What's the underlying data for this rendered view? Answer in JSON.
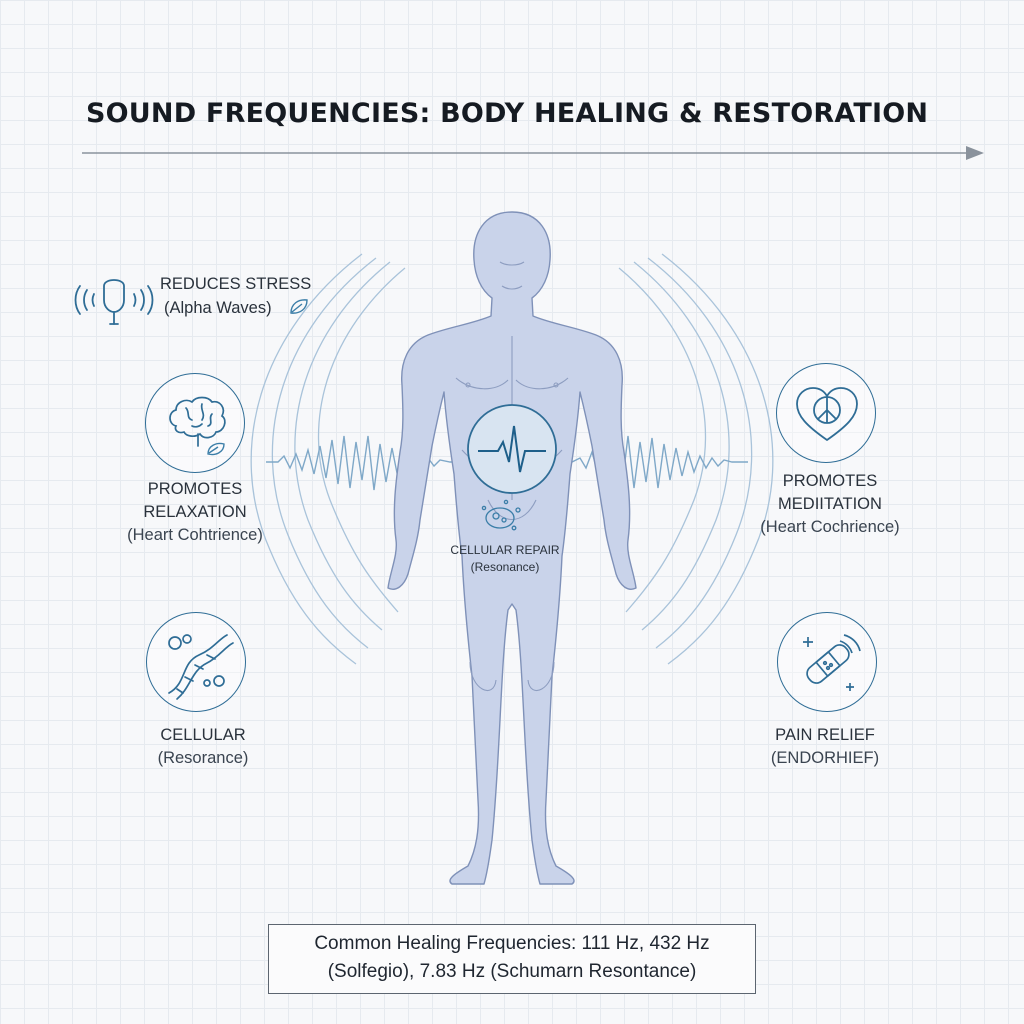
{
  "title": "SOUND FREQUENCIES: BODY HEALING & RESTORATION",
  "benefits": {
    "stress": {
      "heading": "REDUCES STRESS",
      "sub": "(Alpha Waves)",
      "icon": "ear-waves-icon"
    },
    "relaxation": {
      "heading": "PROMOTES\nRELAXATION",
      "sub": "(Heart Cohtrience)",
      "icon": "brain-icon"
    },
    "cellular": {
      "heading": "CELLULAR",
      "sub": "(Resorance)",
      "icon": "dna-icon"
    },
    "meditation": {
      "heading": "PROMOTES\nMEDIITATION",
      "sub": "(Heart Cochrience)",
      "icon": "peace-heart-icon"
    },
    "pain": {
      "heading": "PAIN RELIEF",
      "sub": "(ENDORHIEF)",
      "icon": "bandage-icon"
    },
    "cellular_repair": {
      "heading": "CELLULAR REPAIR",
      "sub": "(Resonance)",
      "icon": "cell-icon"
    }
  },
  "frequencies_box": {
    "line1": "Common Healing Frequencies: 111 Hz, 432 Hz",
    "line2": "(Solfegio), 7.83 Hz (Schumarn Resontance)"
  },
  "colors": {
    "body_fill": "#c9d3ea",
    "body_stroke": "#7f91b8",
    "wave": "#8fb3cf",
    "icon_stroke": "#2f6d96"
  }
}
